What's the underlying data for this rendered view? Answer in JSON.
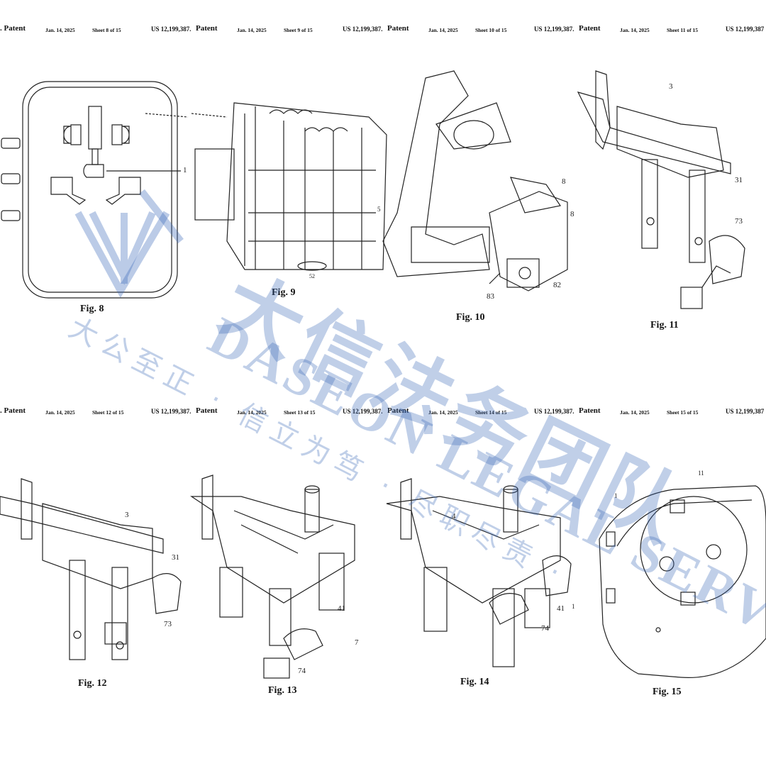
{
  "headers": {
    "top": [
      {
        "patent": "Patent",
        "date": "Jan. 14, 2025",
        "sheet": "Sheet 8 of 15",
        "number": "US 12,199,387."
      },
      {
        "patent": "Patent",
        "date": "Jan. 14, 2025",
        "sheet": "Sheet 9 of 15",
        "number": "US 12,199,387."
      },
      {
        "patent": "Patent",
        "date": "Jan. 14, 2025",
        "sheet": "Sheet 10 of 15",
        "number": "US 12,199,387."
      },
      {
        "patent": "Patent",
        "date": "Jan. 14, 2025",
        "sheet": "Sheet 11 of 15",
        "number": "US 12,199,387"
      }
    ],
    "bottom": [
      {
        "patent": "Patent",
        "date": "Jan. 14, 2025",
        "sheet": "Sheet 12 of 15",
        "number": "US 12,199,387."
      },
      {
        "patent": "Patent",
        "date": "Jan. 14, 2025",
        "sheet": "Sheet 13 of 15",
        "number": "US 12,199,387."
      },
      {
        "patent": "Patent",
        "date": "Jan. 14, 2025",
        "sheet": "Sheet 14 of 15",
        "number": "US 12,199,387."
      },
      {
        "patent": "Patent",
        "date": "Jan. 14, 2025",
        "sheet": "Sheet 15 of 15",
        "number": "US 12,199,387"
      }
    ],
    "lead": ". Patent"
  },
  "figures": [
    {
      "label": "Fig. 8",
      "refs": [
        "1"
      ]
    },
    {
      "label": "Fig. 9",
      "refs": [
        "5",
        "52"
      ]
    },
    {
      "label": "Fig. 10",
      "refs": [
        "8",
        "8",
        "83",
        "82"
      ]
    },
    {
      "label": "Fig. 11",
      "refs": [
        "3",
        "31",
        "73"
      ]
    },
    {
      "label": "Fig. 12",
      "refs": [
        "3",
        "31",
        "73"
      ]
    },
    {
      "label": "Fig. 13",
      "refs": [
        "41",
        "7",
        "74"
      ]
    },
    {
      "label": "Fig. 14",
      "refs": [
        "4",
        "41",
        "74"
      ]
    },
    {
      "label": "Fig. 15",
      "refs": [
        "1",
        "11",
        "1"
      ]
    }
  ],
  "watermark": {
    "cn": "大信法务团队",
    "en": "DASEON LEGAL SERVICE",
    "slogan": "大公至正 · 信立为笃 · 尽职尽责 ·",
    "color": "#3c69b9"
  }
}
